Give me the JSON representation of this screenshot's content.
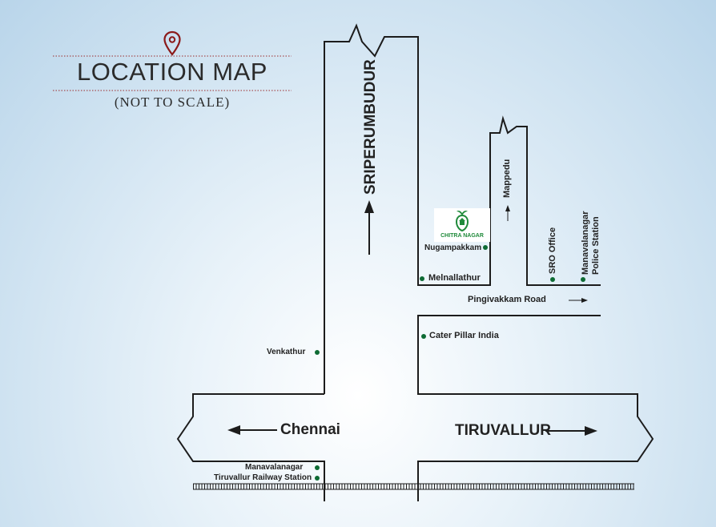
{
  "header": {
    "title": "LOCATION MAP",
    "subtitle": "(NOT TO SCALE)"
  },
  "roads": {
    "north": "SRIPERUMBUDUR",
    "west": "Chennai",
    "east": "TIRUVALLUR",
    "cross": "Pingivakkam Road",
    "branch": "Mappedu"
  },
  "landmarks": {
    "venkathur": "Venkathur",
    "melnallathur": "Melnallathur",
    "nugampakkam": "Nugampakkam",
    "cater_pillar": "Cater Pillar India",
    "manavalanagar": "Manavalanagar",
    "railway_station": "Tiruvallur Railway Station",
    "sro_office": "SRO Office",
    "police_line1": "Manavalanagar",
    "police_line2": "Police Station"
  },
  "logo": {
    "name": "CHITRA NAGAR",
    "icon": "chitra-nagar-logo-icon",
    "color": "#1f8a3a"
  },
  "colors": {
    "road": "#1c1c1c",
    "marker": "#0e6b34",
    "pin": "#8b1a1a"
  }
}
